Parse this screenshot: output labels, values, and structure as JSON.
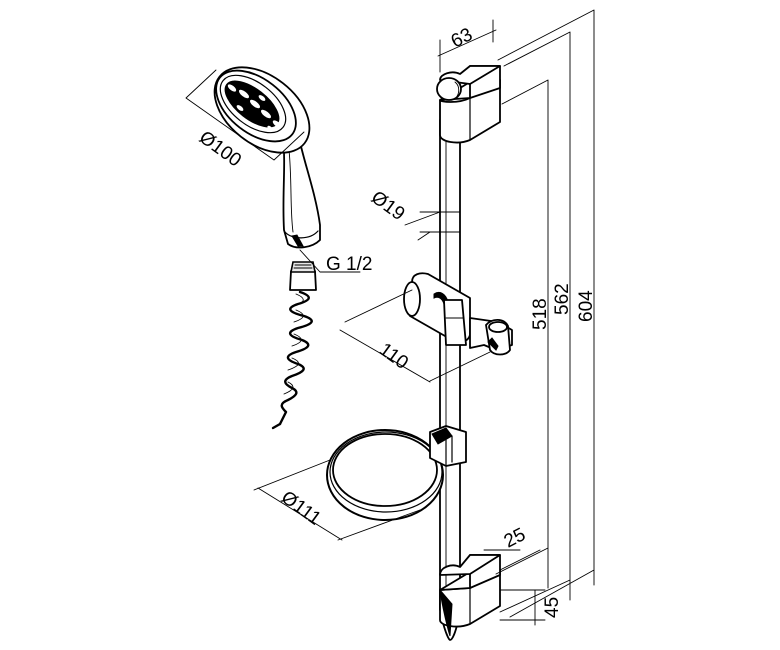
{
  "dimensions": {
    "bar_depth": "63",
    "head_diameter": "Ø100",
    "rail_diameter": "Ø19",
    "thread": "G 1/2",
    "holder_reach": "110",
    "rail_518": "518",
    "rail_562": "562",
    "rail_604": "604",
    "soap_dish_diameter": "Ø111",
    "bracket_width": "25",
    "bracket_height": "45"
  },
  "parts": [
    "hand-shower",
    "hose",
    "slide-rail",
    "slider-holder",
    "soap-dish-ring",
    "wall-brackets"
  ],
  "colors": {
    "line": "#000000",
    "background": "#ffffff"
  }
}
